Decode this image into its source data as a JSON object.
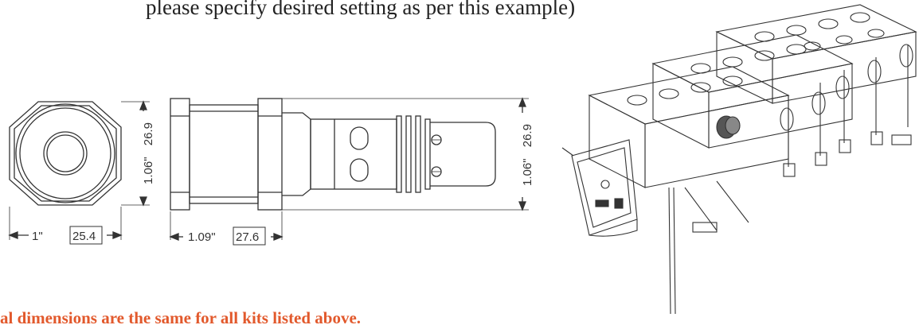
{
  "caption": "please specify desired setting as per this example)",
  "note": "al dimensions are the same for all kits listed above.",
  "dimensions": {
    "front_width": "1\"",
    "front_width_mm": "25.4",
    "front_height": "1.06\"",
    "front_height_mm": "26.9",
    "side_length": "1.09\"",
    "side_length_mm": "27.6",
    "side_height": "1.06\"",
    "side_height_mm": "26.9"
  },
  "colors": {
    "note_text": "#e2592c",
    "line": "#333333"
  }
}
